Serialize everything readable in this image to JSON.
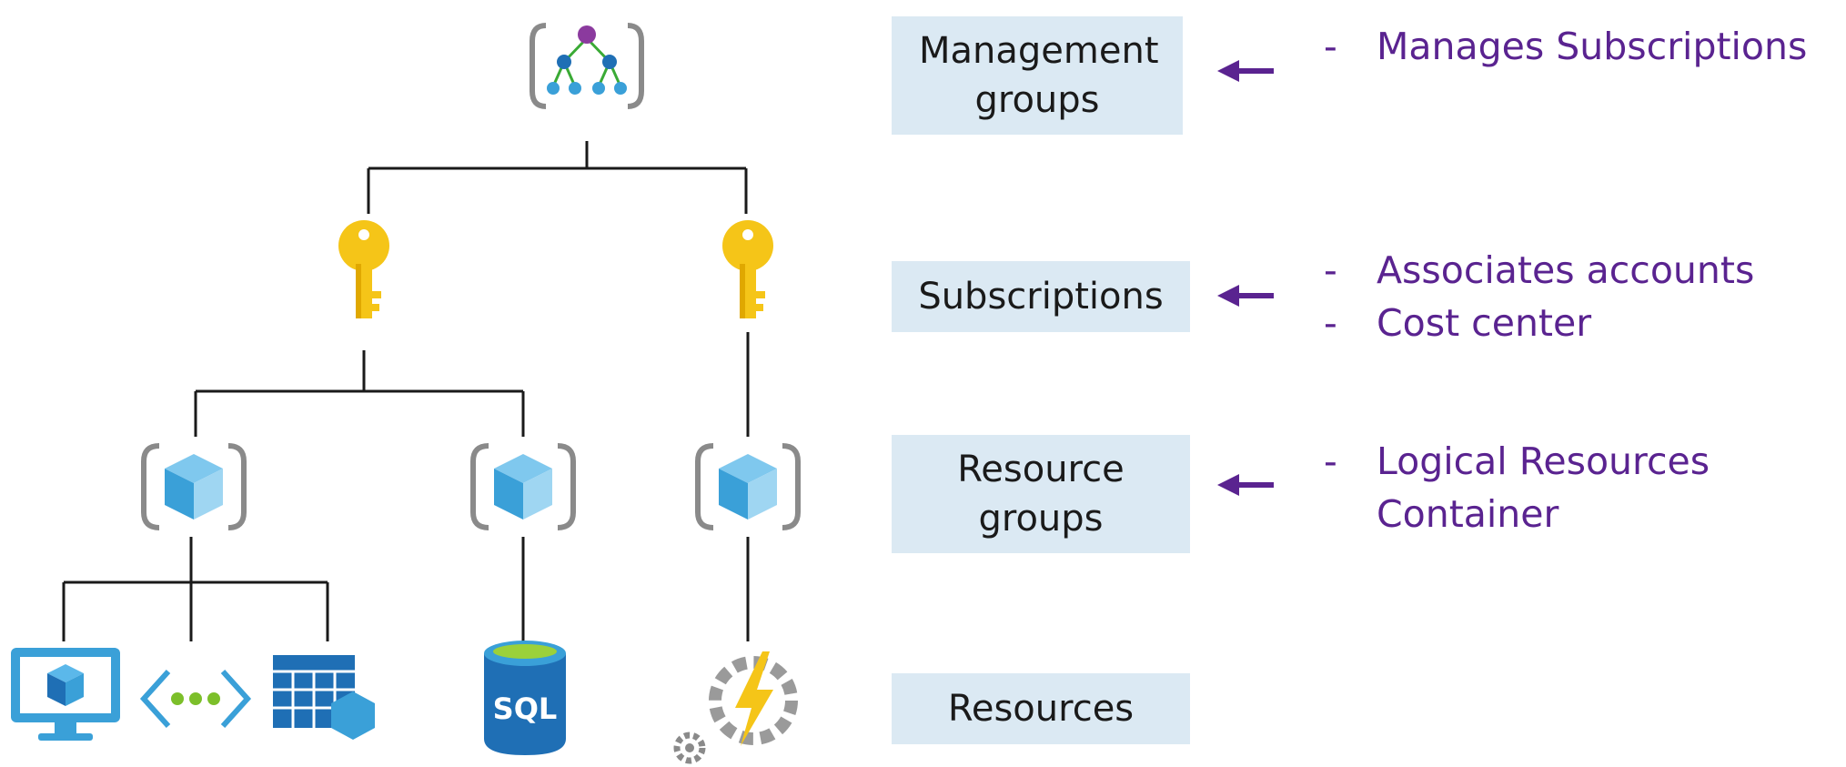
{
  "colors": {
    "note_text": "#5a2390",
    "arrow": "#5a2390",
    "label_bg": "#dbe9f3",
    "connector": "#1a1a1a",
    "key_gold": "#f5c518",
    "cube_blue": "#3aa0d8",
    "bracket_gray": "#8a8a8a"
  },
  "levels": [
    {
      "label": "Management groups",
      "notes": [
        {
          "dash": "-",
          "text": "Manages Subscriptions"
        }
      ]
    },
    {
      "label": "Subscriptions",
      "notes": [
        {
          "dash": "-",
          "text": "Associates accounts"
        },
        {
          "dash": "-",
          "text": "Cost center"
        }
      ]
    },
    {
      "label": "Resource groups",
      "notes": [
        {
          "dash": "-",
          "text": "Logical Resources"
        },
        {
          "dash": "",
          "text": "Container"
        }
      ]
    },
    {
      "label": "Resources",
      "notes": []
    }
  ],
  "tree": {
    "root_icon": "management-group-icon",
    "subscription_icon": "key-icon",
    "resource_group_icon": "resource-group-cube-icon",
    "resource_icons": [
      "virtual-machine-icon",
      "virtual-network-icon",
      "storage-table-icon",
      "sql-database-icon",
      "function-app-icon"
    ],
    "sql_label": "SQL"
  }
}
